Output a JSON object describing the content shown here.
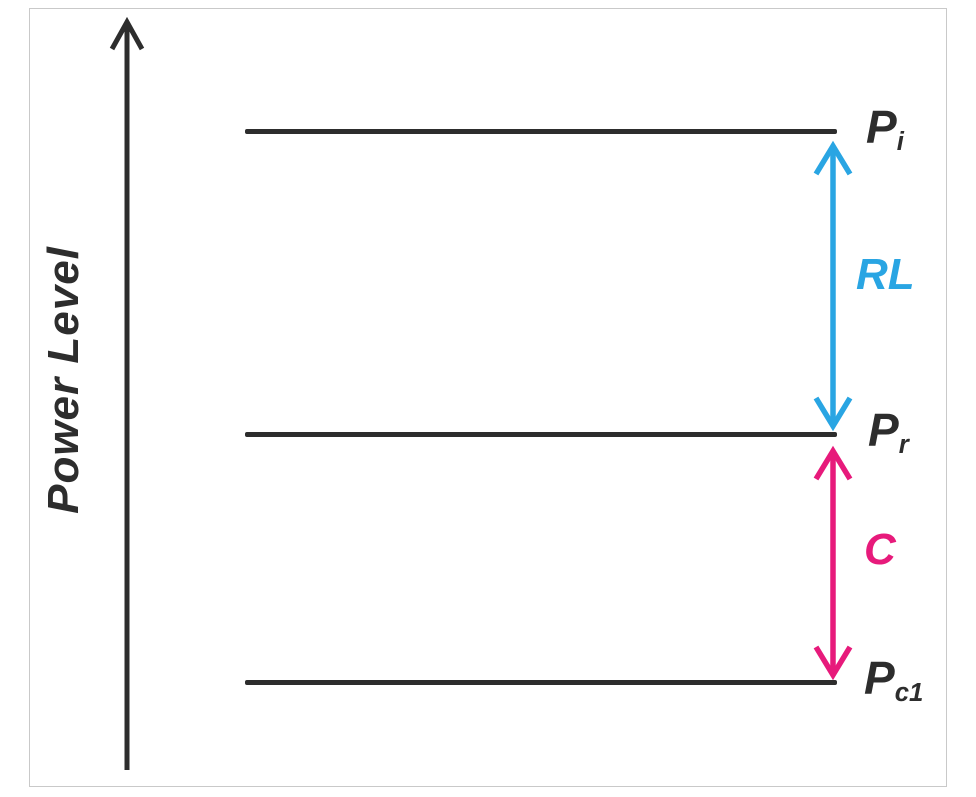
{
  "figure": {
    "axis_label": "Power Level",
    "levels": [
      {
        "symbol": "P",
        "subscript": "i"
      },
      {
        "symbol": "P",
        "subscript": "r"
      },
      {
        "symbol": "P",
        "subscript": "c1"
      }
    ],
    "spans": [
      {
        "label": "RL",
        "between": [
          "Pi",
          "Pr"
        ],
        "color": "#29A5E3"
      },
      {
        "label": "C",
        "between": [
          "Pr",
          "Pc1"
        ],
        "color": "#E71A7B"
      }
    ]
  },
  "colors": {
    "ink": "#2d2d2d",
    "rl_accent": "#29A5E3",
    "c_accent": "#E71A7B",
    "frame_border": "#c9c9c9",
    "background": "#ffffff"
  }
}
